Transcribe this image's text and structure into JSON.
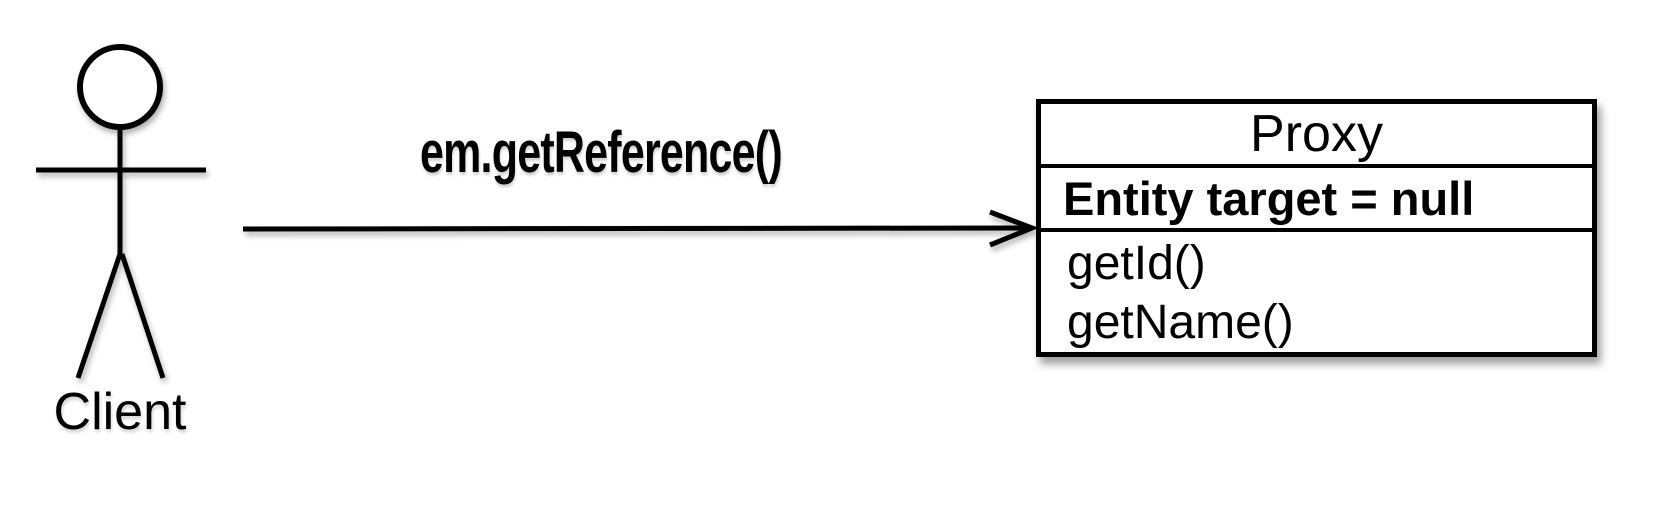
{
  "diagram": {
    "actor": {
      "label": "Client"
    },
    "message": {
      "label": "em.getReference()"
    },
    "proxy_class": {
      "title": "Proxy",
      "attributes": [
        "Entity target = null"
      ],
      "methods": [
        "getId()",
        "getName()"
      ]
    },
    "colors": {
      "stroke": "#000000",
      "background": "#ffffff",
      "box_fill": "#ffffff"
    }
  }
}
